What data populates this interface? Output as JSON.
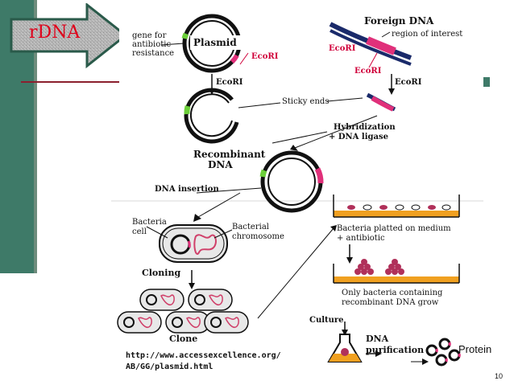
{
  "slide": {
    "title": "rDNA",
    "page_number": "10",
    "protein_label": "Protein"
  },
  "diagram": {
    "plasmid_label": "Plasmid",
    "gene_label_1": "gene for",
    "gene_label_2": "antibiotic",
    "gene_label_3": "resistance",
    "ecori_plasmid": "EcoRI",
    "foreign_dna": "Foreign DNA",
    "region_label": "region of interest",
    "ecori_foreign_1": "EcoRI",
    "ecori_foreign_2": "EcoRI",
    "ecori_arrow_left": "EcoRI",
    "ecori_arrow_right": "EcoRI",
    "sticky_ends": "Sticky ends",
    "hybridization_1": "Hybridization",
    "hybridization_2": "+ DNA ligase",
    "recombinant_1": "Recombinant",
    "recombinant_2": "DNA",
    "dna_insertion": "DNA insertion",
    "bacteria_1": "Bacteria",
    "bacteria_2": "cell",
    "bacterial_1": "Bacterial",
    "bacterial_2": "chromosome",
    "cloning": "Cloning",
    "clone": "Clone",
    "platted_1": "Bacteria platted on medium",
    "platted_2": "+ antibiotic",
    "only_1": "Only bacteria containing",
    "only_2": "recombinant DNA grow",
    "culture": "Culture",
    "purif_1": "DNA",
    "purif_2": "purification",
    "url_1": "http://www.accessexcellence.org/",
    "url_2": "AB/GG/plasmid.html"
  },
  "colors": {
    "sidebar": "#3e7a68",
    "title_arrow": "#b9b9b9",
    "title_text": "#e0001a",
    "rule": "#8b1f2e",
    "ecori": "#d0003a",
    "pink": "#e0307a",
    "green": "#6ccf3a",
    "navy": "#1a2a6a",
    "dish": "#f0a020"
  }
}
